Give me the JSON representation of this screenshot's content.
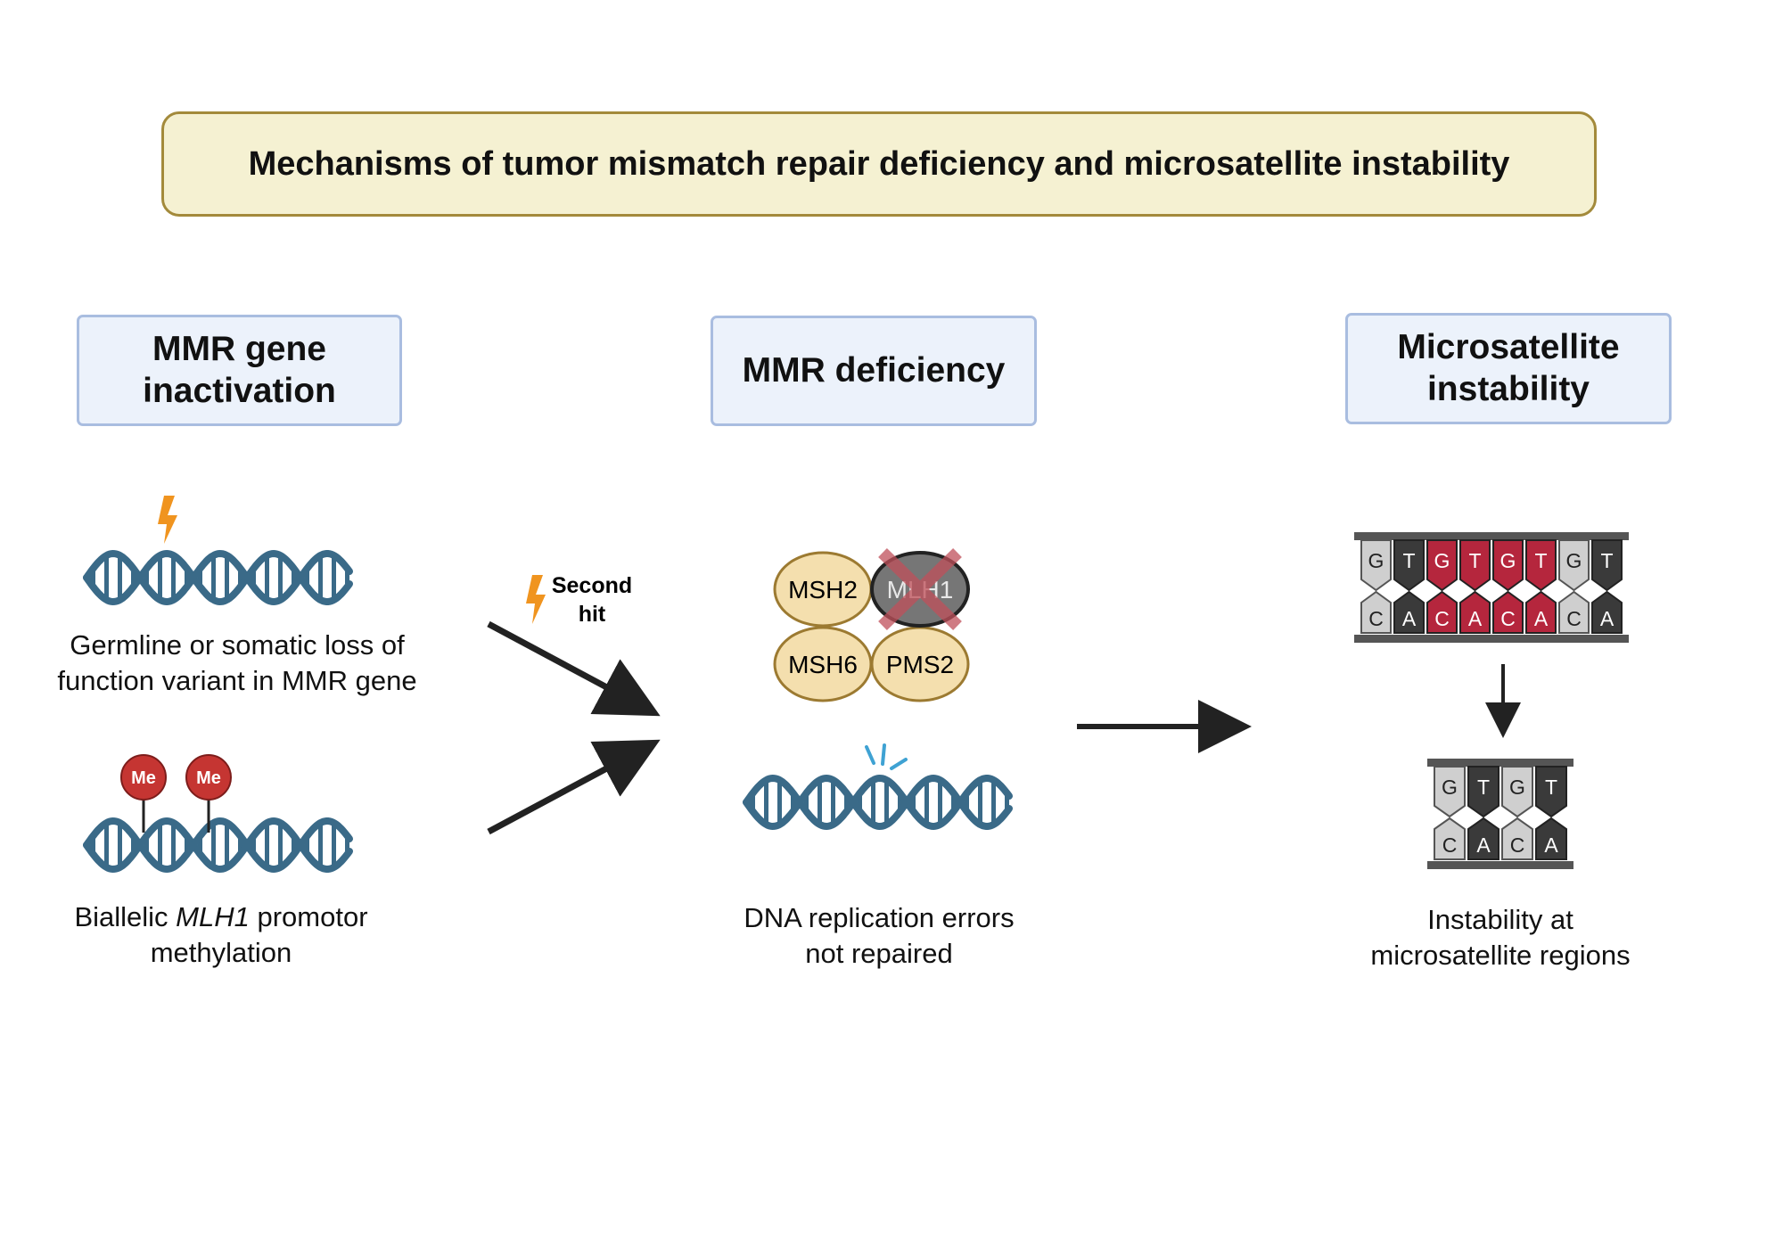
{
  "title": "Mechanisms of tumor mismatch repair deficiency and microsatellite instability",
  "headers": {
    "inactivation": "MMR gene\ninactivation",
    "deficiency": "MMR deficiency",
    "instability": "Microsatellite\ninstability"
  },
  "captions": {
    "germline": [
      "Germline or somatic loss of",
      "function variant in MMR gene"
    ],
    "methylation": {
      "pre": "Biallelic ",
      "gene": "MLH1",
      "post": " promotor",
      "line2": "methylation"
    },
    "replication": [
      "DNA replication errors",
      "not repaired"
    ],
    "instability": [
      "Instability at",
      "microsatellite regions"
    ]
  },
  "second_hit": [
    "Second",
    "hit"
  ],
  "methyl_label": "Me",
  "proteins": {
    "msh2": "MSH2",
    "mlh1": "MLH1",
    "msh6": "MSH6",
    "pms2": "PMS2"
  },
  "microsatellite_long": {
    "top": [
      "G",
      "T",
      "G",
      "T",
      "G",
      "T",
      "G",
      "T"
    ],
    "bottom": [
      "C",
      "A",
      "C",
      "A",
      "C",
      "A",
      "C",
      "A"
    ],
    "highlighted": [
      false,
      false,
      true,
      true,
      true,
      true,
      false,
      false
    ]
  },
  "microsatellite_short": {
    "top": [
      "G",
      "T",
      "G",
      "T"
    ],
    "bottom": [
      "C",
      "A",
      "C",
      "A"
    ]
  },
  "colors": {
    "dna": "#3a6a88",
    "bolt": "#f0941f",
    "methyl": "#c53532",
    "protein_fill": "#f4dfae",
    "protein_stroke": "#9c7a31",
    "mlh1_fill": "#767676",
    "cross": "#c0505a",
    "highlight": "#b5263d",
    "base_light": "#cfcfcf",
    "base_dark": "#3a3a3a",
    "break_marks": "#3fa2d3"
  }
}
